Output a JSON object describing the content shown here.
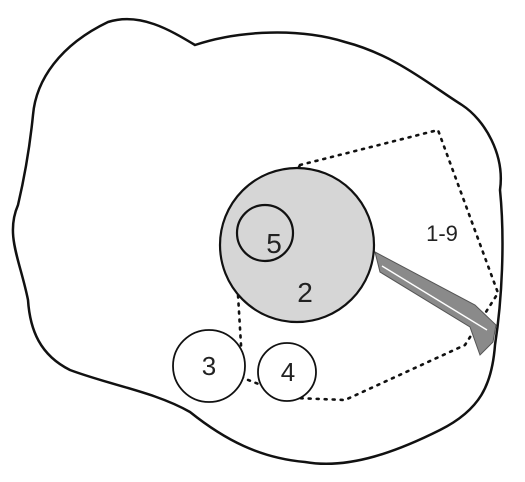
{
  "colors": {
    "outline": "#111111",
    "fill_region_2": "#d6d6d6",
    "fill_wedge": "#8a8a8a",
    "background": "#ffffff"
  },
  "labels": {
    "region_1_9": "1-9",
    "region_2": "2",
    "region_3": "3",
    "region_4": "4",
    "region_5": "5"
  }
}
